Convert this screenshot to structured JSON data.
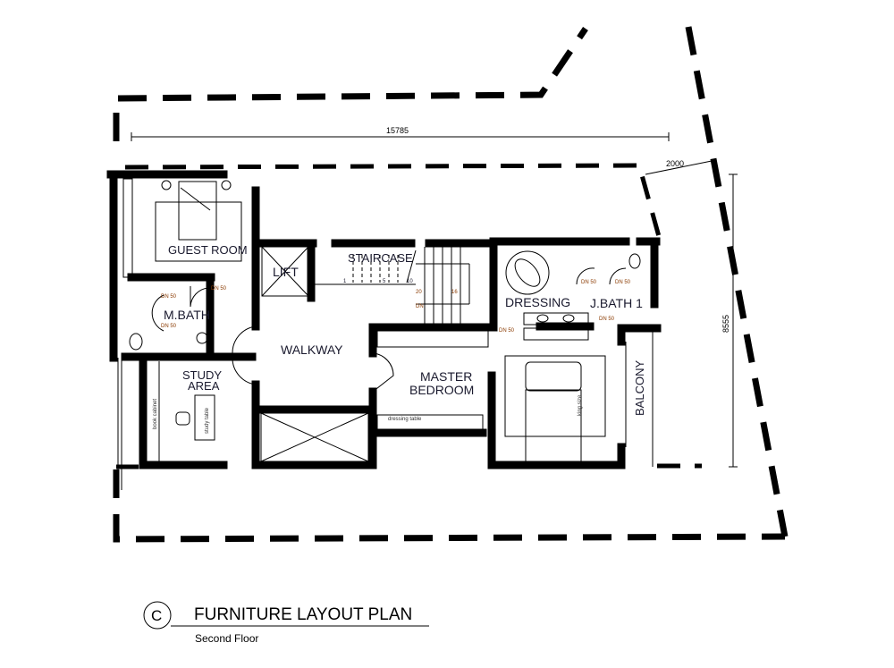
{
  "dimensions": {
    "width_top": "15785",
    "setback": "2000",
    "depth_right": "8555"
  },
  "rooms": {
    "guest_room": "GUEST ROOM",
    "lift": "LIFT",
    "staircase": "STAIRCASE",
    "m_bath": "M.BATH",
    "walkway": "WALKWAY",
    "study_area_1": "STUDY",
    "study_area_2": "AREA",
    "dressing": "DRESSING",
    "j_bath": "J.BATH 1",
    "master_bedroom_1": "MASTER",
    "master_bedroom_2": "BEDROOM",
    "balcony": "BALCONY"
  },
  "furniture": {
    "book_cabinet": "book cabinet",
    "study_table": "study table",
    "dressing_table": "dressing table",
    "king_size": "king size"
  },
  "annotations": {
    "drain": "DN 50",
    "stair_steps": [
      "1",
      "5",
      "10",
      "20",
      "16"
    ],
    "stair_dn": "DN"
  },
  "title": {
    "marker": "C",
    "main": "FURNITURE LAYOUT PLAN",
    "sub": "Second Floor"
  }
}
